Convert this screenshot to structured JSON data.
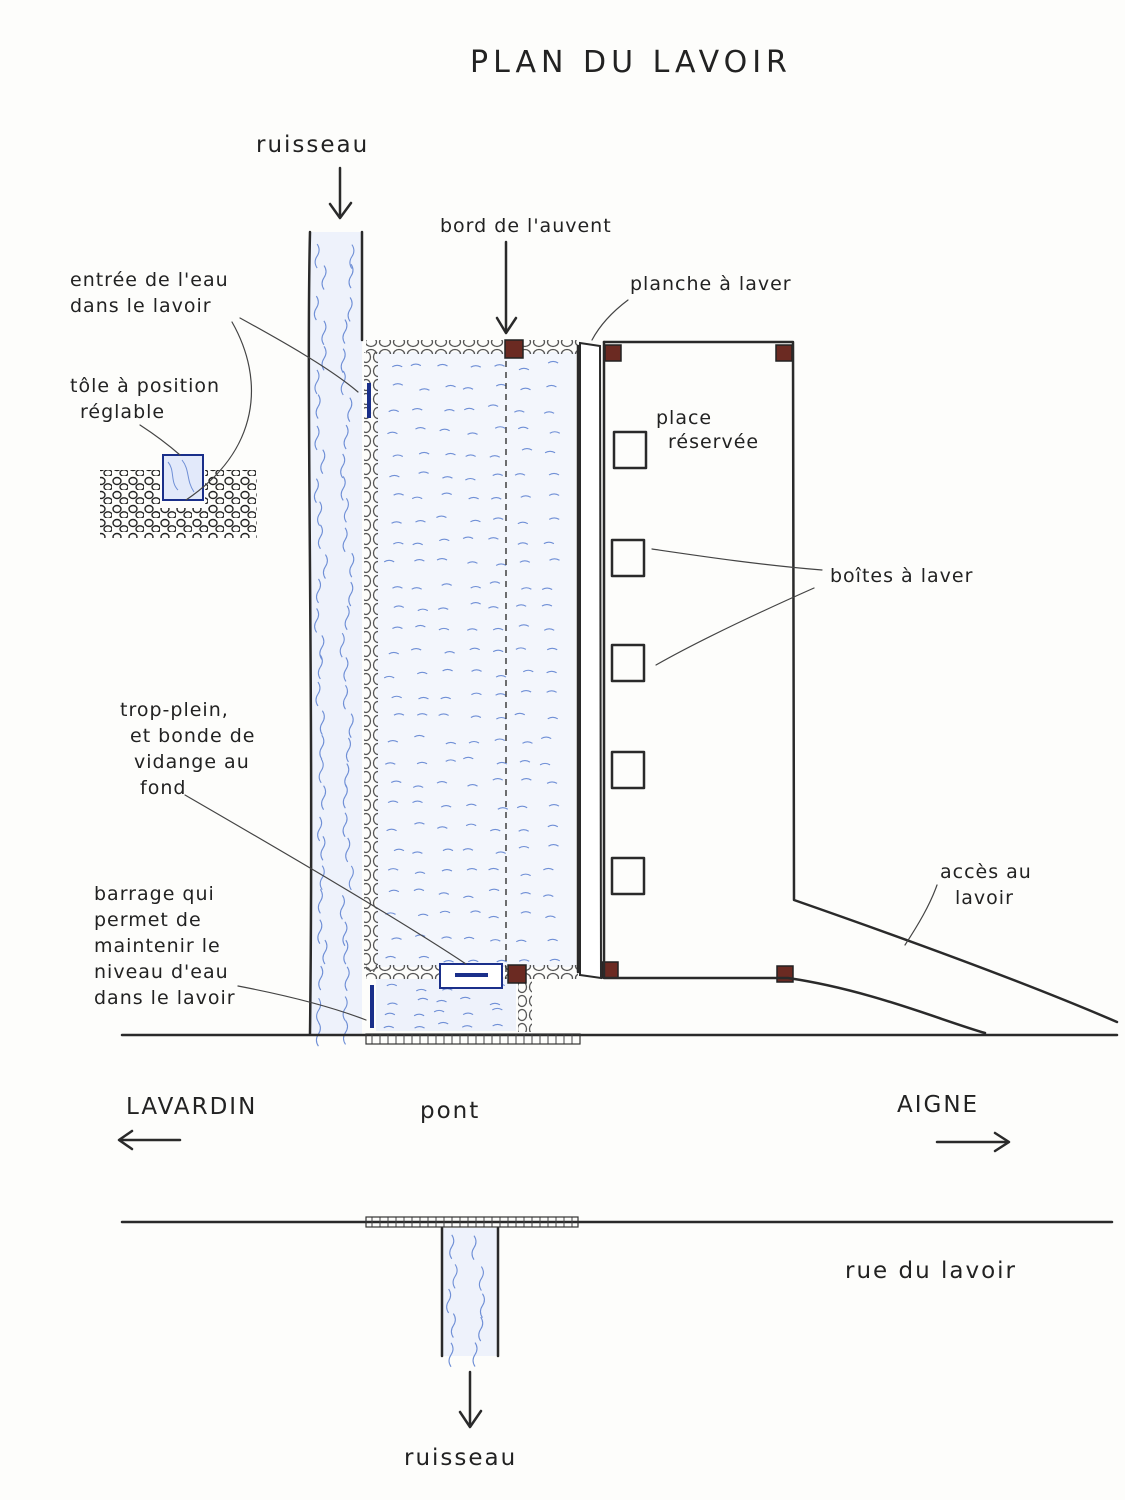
{
  "title": "PLAN DU LAVOIR",
  "labels": {
    "ruisseau_top": "ruisseau",
    "bord_auvent": "bord de l'auvent",
    "entree_line1": "entrée de l'eau",
    "entree_line2": "dans le lavoir",
    "planche": "planche à laver",
    "tole_line1": "tôle à position",
    "tole_line2": "réglable",
    "place_line1": "place",
    "place_line2": "réservée",
    "boites": "boîtes à laver",
    "trop_line1": "trop-plein,",
    "trop_line2": "et bonde de",
    "trop_line3": "vidange au",
    "trop_line4": "fond",
    "acces_line1": "accès au",
    "acces_line2": "lavoir",
    "barrage_line1": "barrage qui",
    "barrage_line2": "permet de",
    "barrage_line3": "maintenir le",
    "barrage_line4": "niveau d'eau",
    "barrage_line5": "dans le lavoir",
    "lavardin": "LAVARDIN",
    "pont": "pont",
    "aigne": "AIGNE",
    "rue": "rue du lavoir",
    "ruisseau_bottom": "ruisseau"
  },
  "colors": {
    "ink": "#2a2a2a",
    "water": "#6f8fd6",
    "water_fill": "#e9effb",
    "post": "#6b2a22",
    "gate": "#1a2f8a"
  }
}
